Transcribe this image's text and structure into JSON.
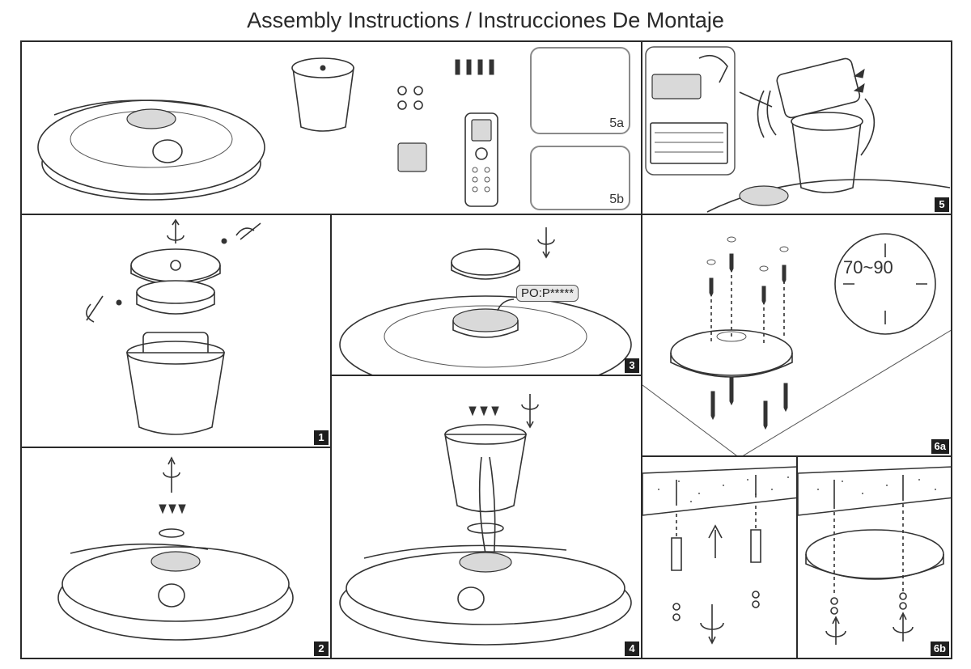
{
  "title": "Assembly Instructions / Instrucciones De Montaje",
  "parts": {
    "label_5a": "5a",
    "label_5b": "5b"
  },
  "steps": {
    "s1": "1",
    "s2": "2",
    "s3": "3",
    "s4": "4",
    "s5": "5",
    "s6a": "6a",
    "s6b": "6b"
  },
  "step3": {
    "po_label": "PO:P*****"
  },
  "step6a": {
    "dimension": "70~90"
  }
}
